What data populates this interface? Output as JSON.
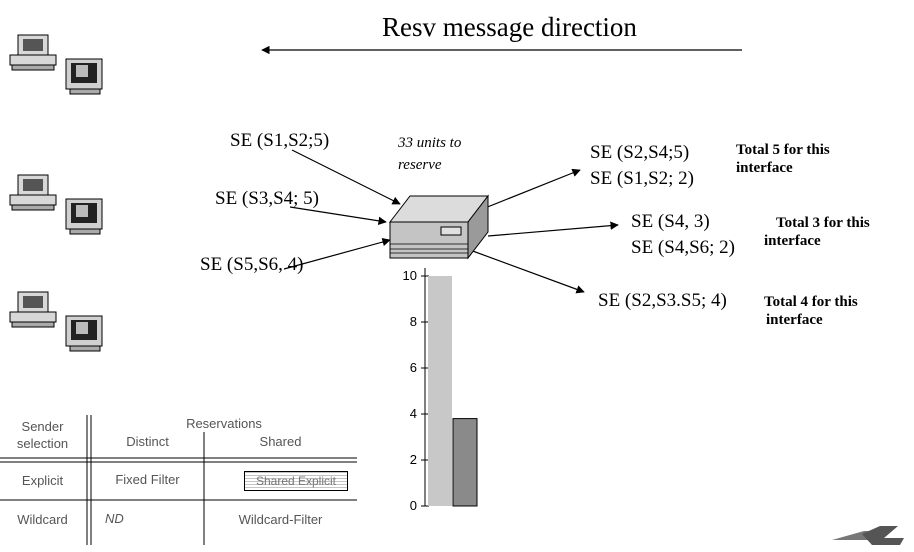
{
  "title": "Resv message direction",
  "incoming": [
    "SE (S1,S2;5)",
    "SE (S3,S4; 5)",
    "SE (S5,S6, 4)"
  ],
  "router_note": [
    "33 units to",
    "reserve"
  ],
  "outgoing": [
    {
      "lines": [
        "SE (S2,S4;5)",
        "SE (S1,S2; 2)"
      ],
      "total": [
        "Total 5 for this",
        "interface"
      ]
    },
    {
      "lines": [
        "SE (S4, 3)",
        "SE (S4,S6; 2)"
      ],
      "total": [
        "Total 3 for this",
        "interface"
      ]
    },
    {
      "lines": [
        "SE (S2,S3.S5; 4)"
      ],
      "total": [
        "Total 4 for this",
        "interface"
      ]
    }
  ],
  "chart_data": {
    "type": "bar",
    "categories": [
      "",
      ""
    ],
    "values": [
      10,
      3.8
    ],
    "ylim": [
      0,
      10
    ],
    "yticks": [
      "0",
      "2",
      "4",
      "6",
      "8",
      "10"
    ],
    "colors": [
      "#c8c8c8",
      "#8a8a8a"
    ]
  },
  "table": {
    "header_left": [
      "Sender",
      "selection"
    ],
    "header_group": "Reservations",
    "col_distinct": "Distinct",
    "col_shared": "Shared",
    "rows": [
      {
        "label": "Explicit",
        "distinct": "Fixed Filter",
        "shared": "Shared Explicit"
      },
      {
        "label": "Wildcard",
        "distinct": "ND",
        "shared": "Wildcard-Filter"
      }
    ]
  }
}
